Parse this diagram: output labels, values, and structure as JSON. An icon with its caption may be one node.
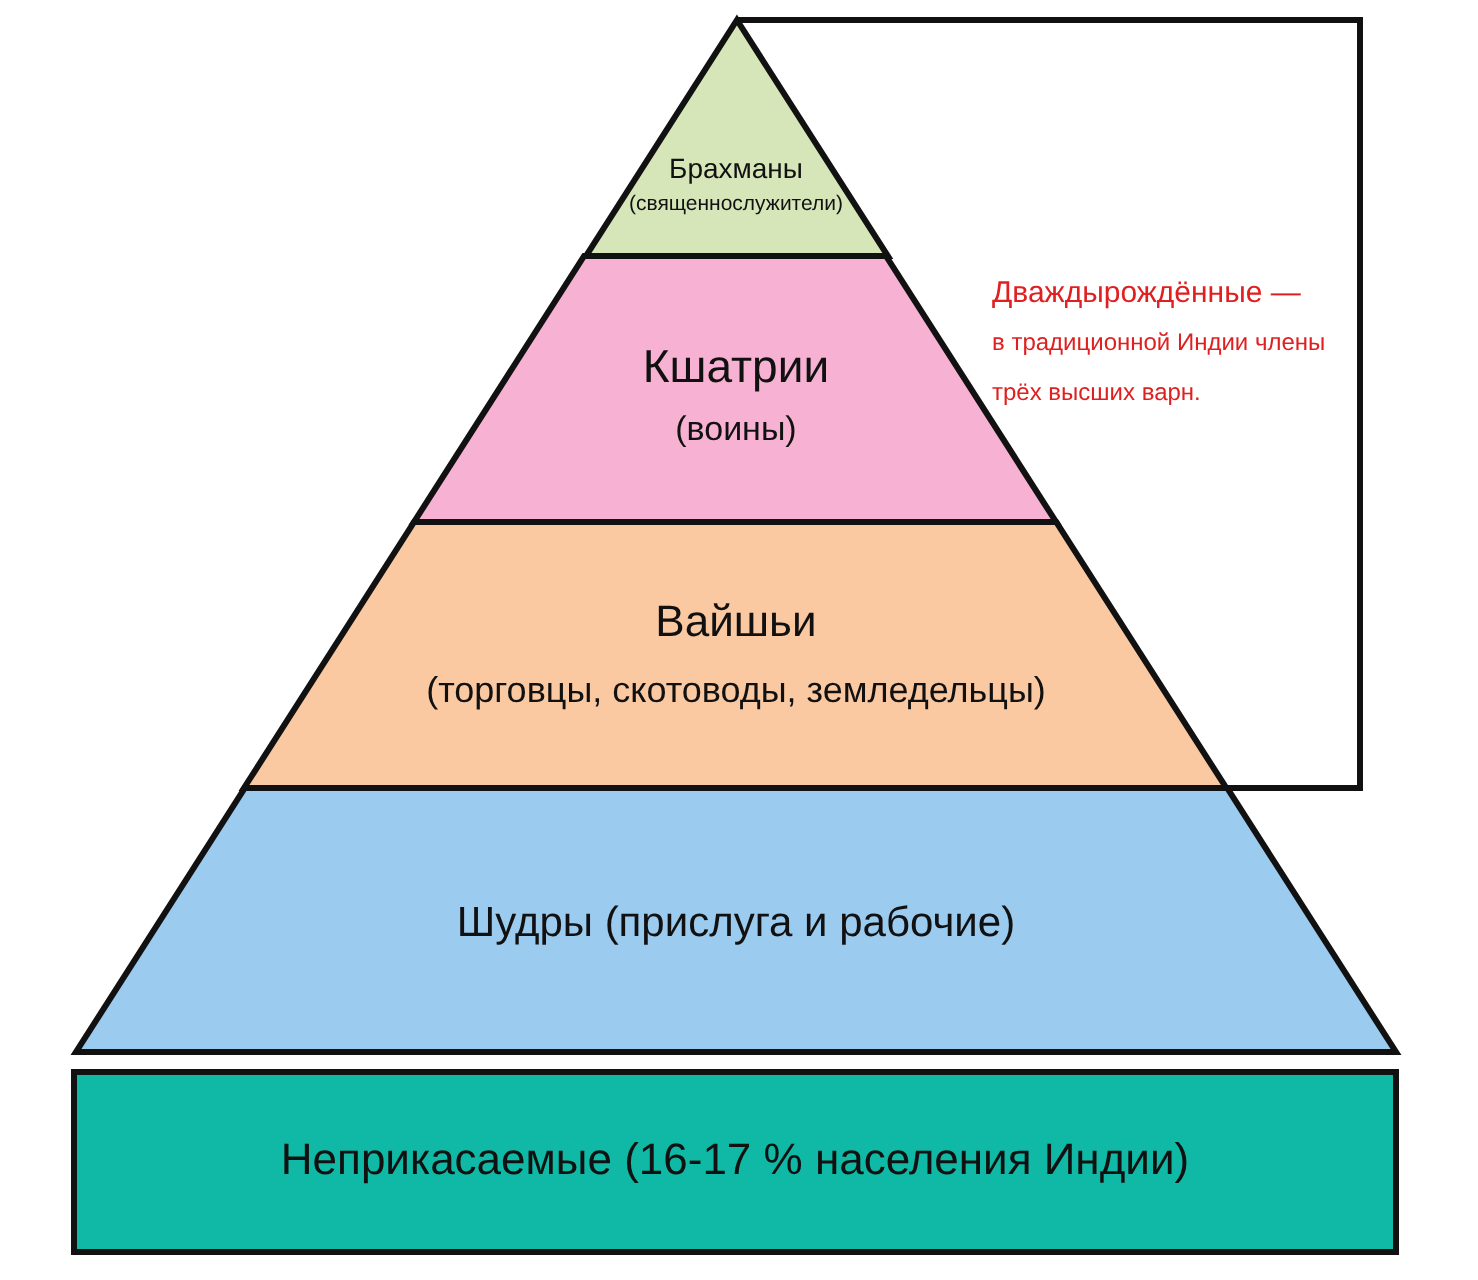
{
  "diagram": {
    "nodes": [
      {
        "text": [
          "Брахманы",
          "(священнослужители)"
        ]
      },
      {
        "text": [
          "Кшатрии",
          "(воины)"
        ]
      },
      {
        "text": [
          "Вайшьи",
          "(торговцы, скотоводы, земледельцы)"
        ]
      },
      {
        "text": [
          "Шудры (прислуга и рабочие)"
        ]
      },
      {
        "text": [
          "Неприкасаемые (16-17 % населения Индии)"
        ]
      },
      {
        "text": [
          "Дваждырождённые —",
          "в традиционной Индии члены трёх высших варн."
        ]
      }
    ]
  }
}
